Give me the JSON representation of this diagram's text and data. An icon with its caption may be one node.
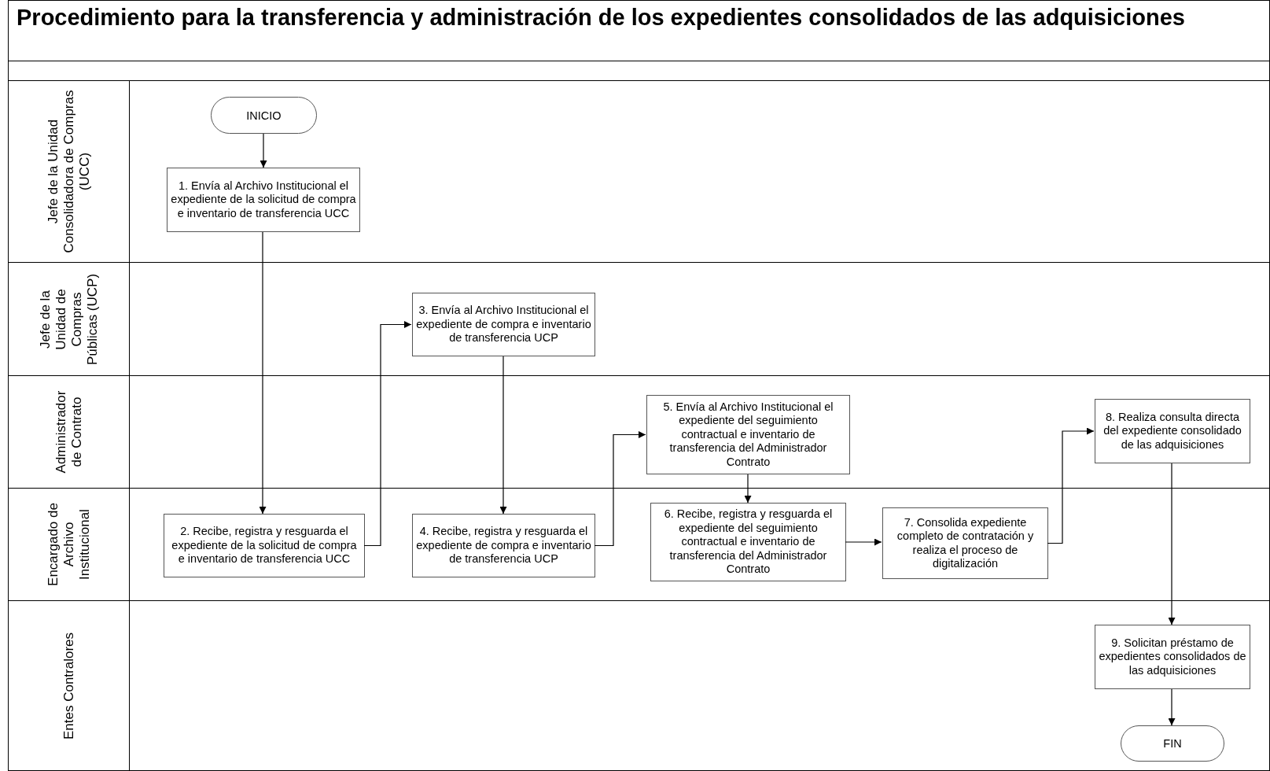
{
  "diagram": {
    "title": "Procedimiento para la transferencia y administración de los expedientes consolidados de las adquisiciones",
    "nodes": [
      {
        "text": [
          "Jefe de la Unidad Consolidadora de Compras (UCC)"
        ]
      },
      {
        "text": [
          "INICIO"
        ],
        "in": 0
      },
      {
        "text": [
          "1. Envía al Archivo Institucional el expediente de la solicitud de compra e inventario de transferencia UCC"
        ],
        "in": 0
      },
      {
        "text": [
          "Jefe de la Unidad de Compras Públicas (UCP)"
        ]
      },
      {
        "text": [
          "3. Envía al Archivo Institucional el expediente de compra e inventario de transferencia UCP"
        ],
        "in": 3
      },
      {
        "text": [
          "Administrador de Contrato"
        ]
      },
      {
        "text": [
          "5. Envía al Archivo Institucional el expediente del seguimiento contractual e inventario de transferencia del Administrador Contrato"
        ],
        "in": 5
      },
      {
        "text": [
          "8. Realiza consulta directa del expediente consolidado de las adquisiciones"
        ],
        "in": 5
      },
      {
        "text": [
          "Encargado de Archivo Institucional"
        ]
      },
      {
        "text": [
          "2. Recibe, registra y resguarda el expediente de la solicitud de compra e inventario de transferencia UCC"
        ],
        "in": 8
      },
      {
        "text": [
          "4. Recibe, registra y resguarda el expediente de compra e inventario de transferencia UCP"
        ],
        "in": 8
      },
      {
        "text": [
          "6. Recibe, registra y resguarda el expediente del seguimiento contractual e inventario de transferencia del Administrador Contrato"
        ],
        "in": 8
      },
      {
        "text": [
          "7. Consolida expediente completo de contratación y realiza el proceso de digitalización"
        ],
        "in": 8
      },
      {
        "text": [
          "Entes Contralores"
        ]
      },
      {
        "text": [
          "9. Solicitan préstamo de expedientes consolidados de las adquisiciones"
        ],
        "in": 13
      },
      {
        "text": [
          "FIN"
        ],
        "in": 13
      }
    ],
    "edges": [
      {
        "from": 1,
        "to": 2,
        "arrow": "to"
      },
      {
        "from": 2,
        "to": 9,
        "arrow": "to"
      },
      {
        "from": 9,
        "to": 4,
        "arrow": "to"
      },
      {
        "from": 4,
        "to": 10,
        "arrow": "to"
      },
      {
        "from": 10,
        "to": 6,
        "arrow": "to"
      },
      {
        "from": 6,
        "to": 11,
        "arrow": "to"
      },
      {
        "from": 11,
        "to": 12,
        "arrow": "to"
      },
      {
        "from": 12,
        "to": 7,
        "arrow": "to"
      },
      {
        "from": 7,
        "to": 14,
        "arrow": "to"
      },
      {
        "from": 14,
        "to": 15,
        "arrow": "to"
      }
    ]
  }
}
